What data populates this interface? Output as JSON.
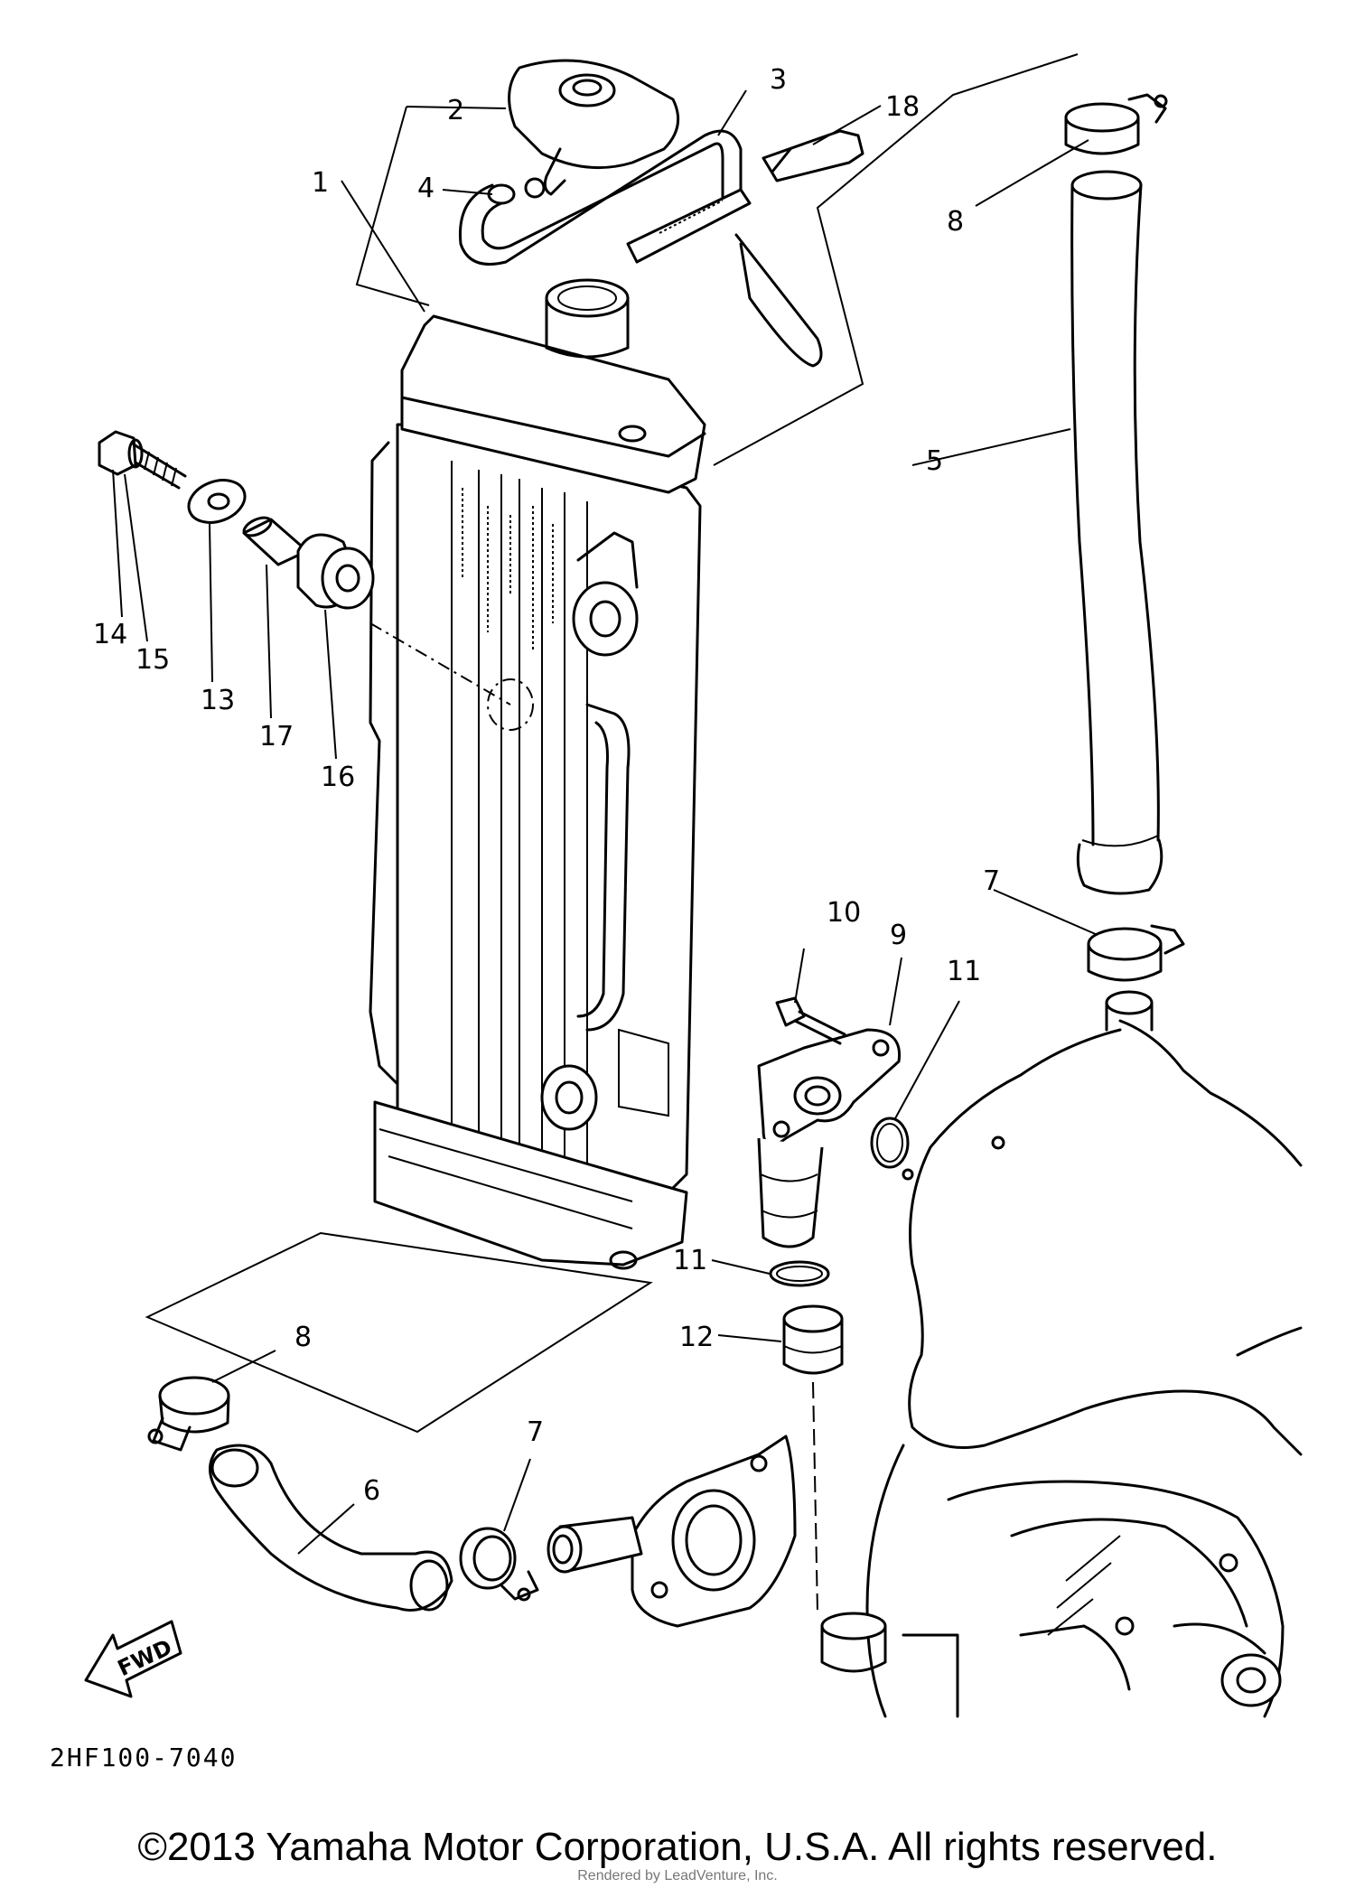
{
  "diagram": {
    "callouts": [
      {
        "id": "c1",
        "text": "1"
      },
      {
        "id": "c2",
        "text": "2"
      },
      {
        "id": "c3",
        "text": "3"
      },
      {
        "id": "c4",
        "text": "4"
      },
      {
        "id": "c5",
        "text": "5"
      },
      {
        "id": "c6",
        "text": "6"
      },
      {
        "id": "c7a",
        "text": "7"
      },
      {
        "id": "c7b",
        "text": "7"
      },
      {
        "id": "c8a",
        "text": "8"
      },
      {
        "id": "c8b",
        "text": "8"
      },
      {
        "id": "c9",
        "text": "9"
      },
      {
        "id": "c10",
        "text": "10"
      },
      {
        "id": "c11a",
        "text": "11"
      },
      {
        "id": "c11b",
        "text": "11"
      },
      {
        "id": "c12",
        "text": "12"
      },
      {
        "id": "c13",
        "text": "13"
      },
      {
        "id": "c14",
        "text": "14"
      },
      {
        "id": "c15",
        "text": "15"
      },
      {
        "id": "c16",
        "text": "16"
      },
      {
        "id": "c17",
        "text": "17"
      },
      {
        "id": "c18",
        "text": "18"
      }
    ],
    "drawing_code": "2HF100-7040",
    "fwd_label": "FWD"
  },
  "footer": {
    "copyright": "©2013 Yamaha Motor Corporation, U.S.A. All rights reserved.",
    "render_credit": "Rendered by LeadVenture, Inc."
  }
}
